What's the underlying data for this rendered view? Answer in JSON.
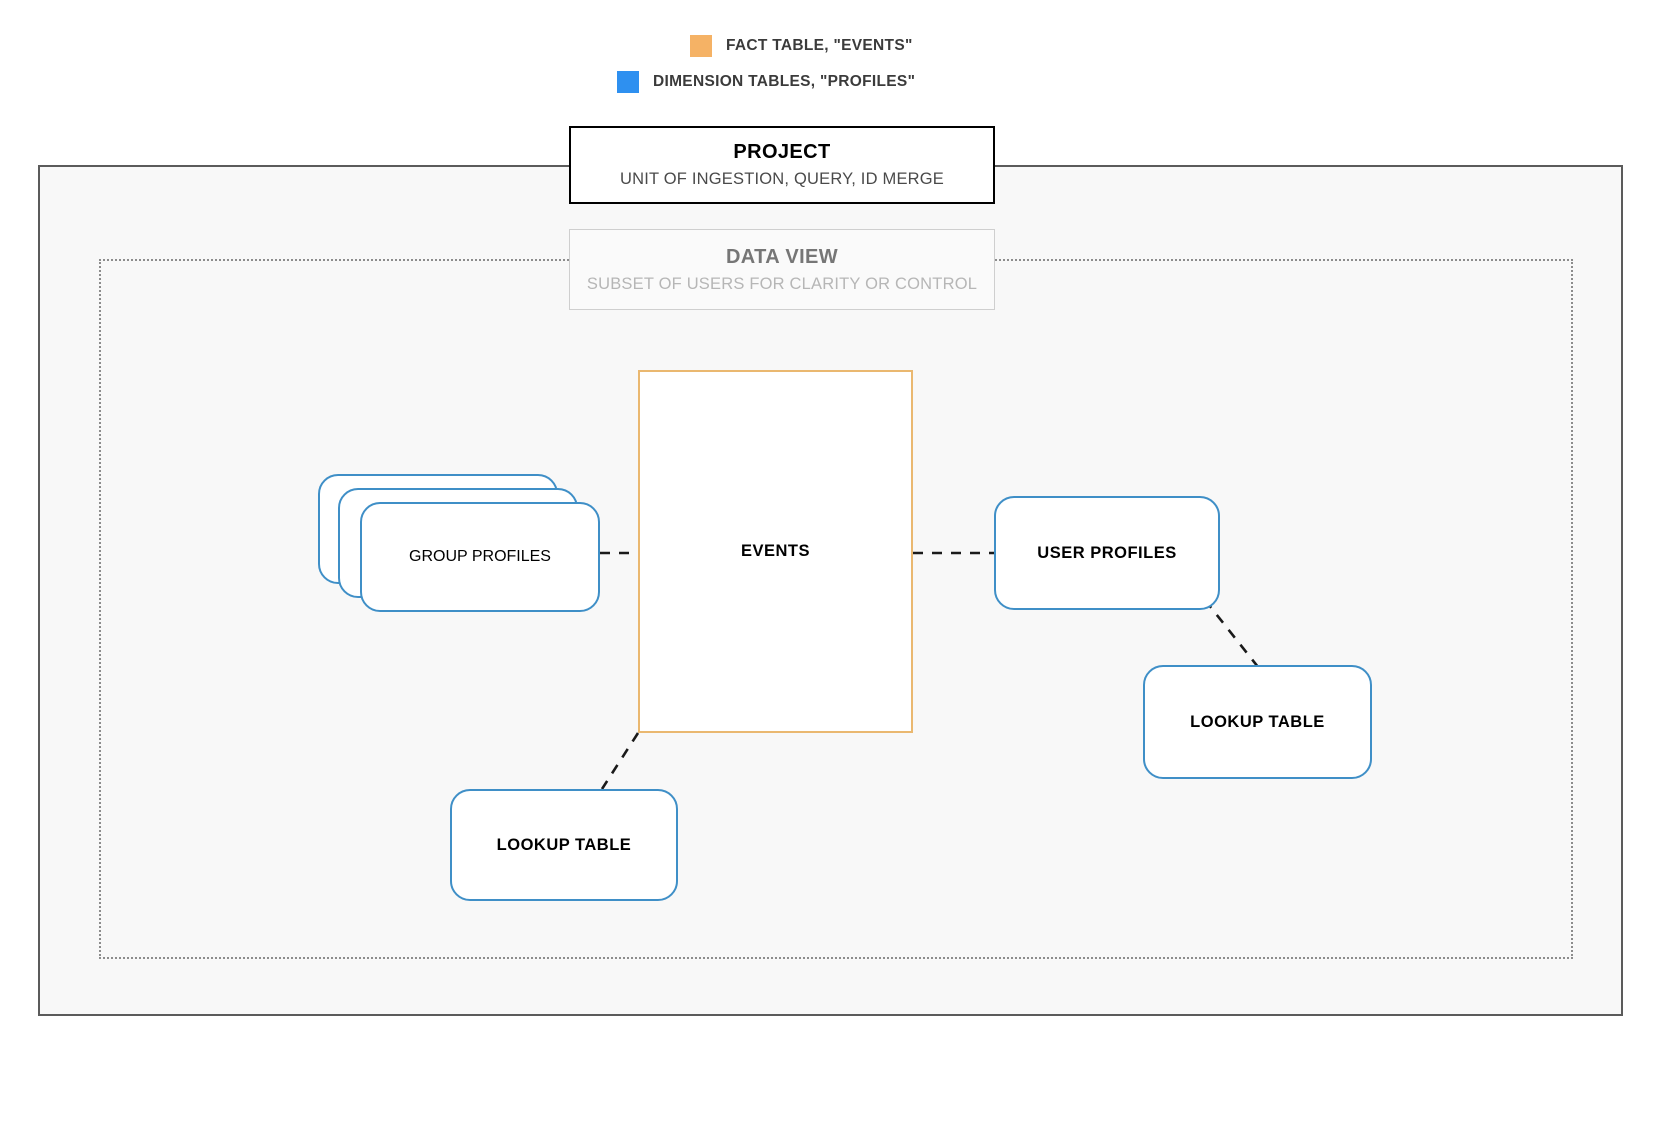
{
  "legend": {
    "items": [
      {
        "swatch_color": "#f5b265",
        "label": "FACT TABLE, \"EVENTS\"",
        "icon": "square-swatch-icon"
      },
      {
        "swatch_color": "#2e90f0",
        "label": "DIMENSION TABLES, \"PROFILES\"",
        "icon": "square-swatch-icon"
      }
    ]
  },
  "project": {
    "title": "PROJECT",
    "subtitle": "UNIT OF INGESTION, QUERY, ID MERGE"
  },
  "data_view": {
    "title": "DATA VIEW",
    "subtitle": "SUBSET OF USERS FOR CLARITY OR CONTROL"
  },
  "entities": {
    "group_profiles": "GROUP PROFILES",
    "events": "EVENTS",
    "user_profiles": "USER PROFILES",
    "lookup_table_right": "LOOKUP TABLE",
    "lookup_table_left": "LOOKUP TABLE"
  },
  "colors": {
    "fact_border": "#eab870",
    "dimension_border": "#3f8fc7",
    "project_border": "#5b5b5b",
    "data_view_border": "#8c8c8c",
    "connector": "#1a1a1a",
    "canvas": "#f8f8f8"
  }
}
